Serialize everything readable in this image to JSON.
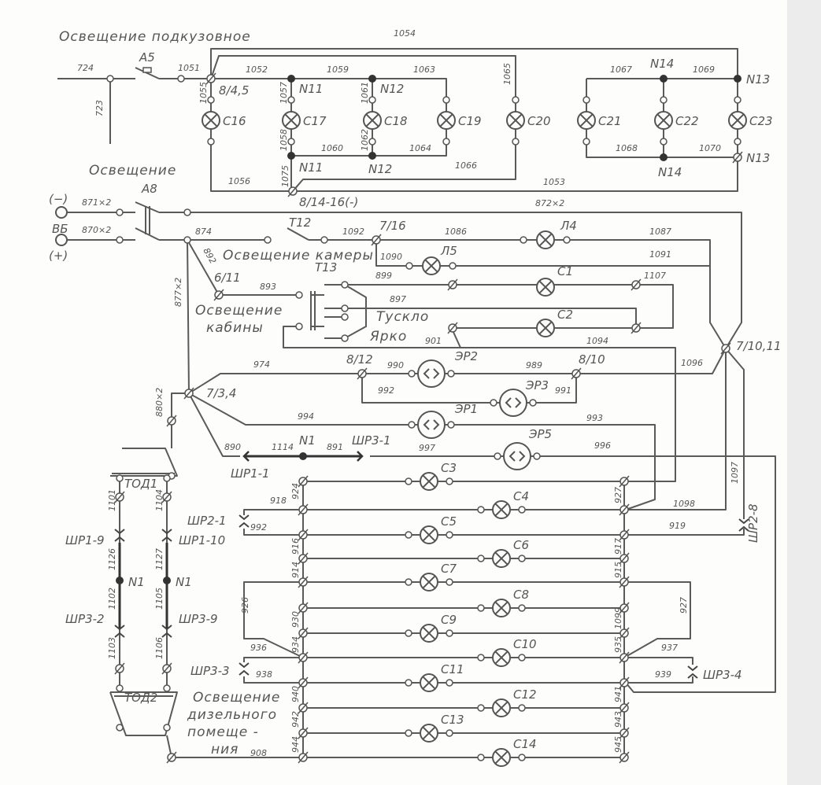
{
  "colors": {
    "line": "#5a5a5a",
    "paper": "#fdfdfc"
  },
  "labels": {
    "title_under": "Освещение подкузовное",
    "w1054": "1054",
    "w724": "724",
    "w723": "723",
    "A5": "А5",
    "w1051": "1051",
    "w1052": "1052",
    "w1059": "1059",
    "w1063": "1063",
    "w1065": "1065",
    "n845": "8/4,5",
    "N11": "N11",
    "N12": "N12",
    "N11b": "N11",
    "N12b": "N12",
    "N14": "N14",
    "N13": "N13",
    "N14b": "N14",
    "N13b": "N13",
    "n81416": "8/14-16(-)",
    "w1055": "1055",
    "w1057": "1057",
    "w1061": "1061",
    "w1058": "1058",
    "w1062": "1062",
    "w1075": "1075",
    "w1060": "1060",
    "w1064": "1064",
    "w1066": "1066",
    "w1056": "1056",
    "w1053": "1053",
    "w1067": "1067",
    "w1069": "1069",
    "w1068": "1068",
    "w1070": "1070",
    "title_light": "Освещение",
    "A8": "А8",
    "minus": "(−)",
    "w871": "871×2",
    "VB": "ВБ",
    "w870": "870×2",
    "plus": "(+)",
    "w872": "872×2",
    "w874": "874",
    "T12": "Т12",
    "w1092": "1092",
    "n716": "7/16",
    "w1086": "1086",
    "L4": "Л4",
    "w1087": "1087",
    "title_cam": "Освещение камеры",
    "w1090": "1090",
    "L5": "Л5",
    "w1091": "1091",
    "w892": "892",
    "w877": "877×2",
    "n611": "6/11",
    "T13": "Т13",
    "w893": "893",
    "w899": "899",
    "C1": "С1",
    "w1107": "1107",
    "w897": "897",
    "title_cab1": "Освещение",
    "title_cab2": "кабины",
    "dim": "Тускло",
    "bright": "Ярко",
    "w901": "901",
    "C2": "С2",
    "w1094": "1094",
    "n71011": "7/10,11",
    "w974": "974",
    "n812": "8/12",
    "w990": "990",
    "ER2": "ЭР2",
    "w989": "989",
    "n810": "8/10",
    "w1096": "1096",
    "w992": "992",
    "ER3": "ЭР3",
    "w991": "991",
    "n734": "7/3,4",
    "w880": "880×2",
    "w994": "994",
    "ER1": "ЭР1",
    "w993": "993",
    "w890": "890",
    "w1114": "1114",
    "N1": "N1",
    "w891": "891",
    "SHR31": "ШР3-1",
    "w997": "997",
    "ER5": "ЭР5",
    "w996": "996",
    "SHR11": "ШР1-1",
    "TOD1": "ТОД1",
    "w918": "918",
    "w924": "924",
    "w927": "927",
    "SHR21": "ШР2-1",
    "w992b": "992",
    "w1098": "1098",
    "w1097": "1097",
    "SHR28": "ШР2-8",
    "w919": "919",
    "w916": "916",
    "w914": "914",
    "w917": "917",
    "w915": "915",
    "w926": "926",
    "w930": "930",
    "w934": "934",
    "w1099": "1099",
    "w935": "935",
    "w927b": "927",
    "w936": "936",
    "w937": "937",
    "SHR33": "ШР3-3",
    "w938": "938",
    "w939": "939",
    "SHR34": "ШР3-4",
    "title_d1": "Освещение",
    "title_d2": "дизельного",
    "title_d3": "помеще -",
    "title_d4": "ния",
    "w908": "908",
    "w940": "940",
    "w942": "942",
    "w944": "944",
    "w941": "941",
    "w943": "943",
    "w945": "945",
    "TOD2": "ТОД2",
    "w1101": "1101",
    "w1104": "1104",
    "SHR19": "ШР1-9",
    "SHR110": "ШР1-10",
    "w1126": "1126",
    "w1127": "1127",
    "N1a": "N1",
    "N1b": "N1",
    "w1102": "1102",
    "w1105": "1105",
    "SHR32": "ШР3-2",
    "SHR39": "ШР3-9",
    "w1103": "1103",
    "w1106": "1106",
    "C16": "С16",
    "C17": "С17",
    "C18": "С18",
    "C19": "С19",
    "C20": "С20",
    "C21": "С21",
    "C22": "С22",
    "C23": "С23",
    "C3": "С3",
    "C4": "С4",
    "C5": "С5",
    "C6": "С6",
    "C7": "С7",
    "C8": "С8",
    "C9": "С9",
    "C10": "С10",
    "C11": "С11",
    "C12": "С12",
    "C13": "С13",
    "C14": "С14"
  }
}
